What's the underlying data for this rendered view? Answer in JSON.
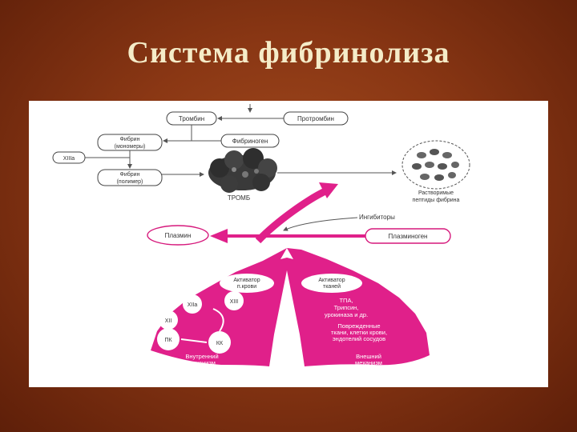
{
  "title": "Система фибринолиза",
  "diagram": {
    "thrombin": "Тромбин",
    "prothrombin": "Протромбин",
    "fibrin_monomer": [
      "Фибрин",
      "(мономеры)"
    ],
    "fibrinogen": "Фибриноген",
    "xiiia": "XIIIa",
    "fibrin_polymer": [
      "Фибрин",
      "(полимер)"
    ],
    "thrombus": "ТРОМБ",
    "soluble_peptides": [
      "Растворимые",
      "пептиды фибрина"
    ],
    "inhibitors": "Ингибиторы",
    "plasmin": "Плазмин",
    "plasminogen": "Плазминоген",
    "blood_activator": [
      "Активатор",
      "п.крови"
    ],
    "tissue_activator": [
      "Активатор",
      "тканей"
    ],
    "xiia": "XIIa",
    "xiii": "XIII",
    "xii": "XII",
    "pk": "ПК",
    "kk": "КК",
    "tpa_list": [
      "ТПА,",
      "Трипсин,",
      "урокиназа и др."
    ],
    "damaged_tissue": [
      "Поврежденные",
      "ткани, клетки крови,",
      "эндотелий сосудов"
    ],
    "internal_mechanism": [
      "Внутренний",
      "механизм"
    ],
    "external_mechanism": [
      "Внешний",
      "механизм"
    ]
  },
  "colors": {
    "background": "#8a3714",
    "title": "#f5ecc8",
    "magenta": "#e0208a",
    "panel": "#ffffff"
  }
}
